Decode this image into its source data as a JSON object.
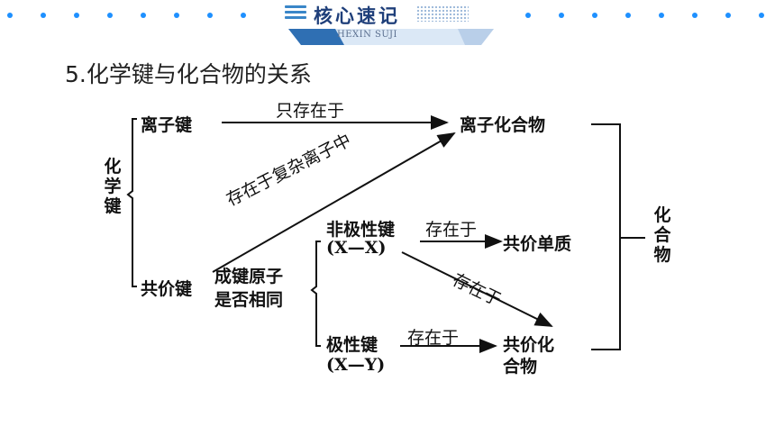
{
  "banner": {
    "title": "核心速记",
    "subtitle": "HEXIN SUJI",
    "accent_color": "#1e90ff",
    "title_color": "#1f3f7a"
  },
  "heading": "5.化学键与化合物的关系",
  "diagram": {
    "left_brace_label": "化学键",
    "ionic_bond": "离子键",
    "covalent_bond": "共价键",
    "ionic_compound": "离子化合物",
    "only_exists_in": "只存在于",
    "exists_in_complex_ions": "存在于复杂离子中",
    "same_atoms_question_line1": "成键原子",
    "same_atoms_question_line2": "是否相同",
    "nonpolar_bond": "非极性键",
    "nonpolar_formula": "(X—X)",
    "polar_bond": "极性键",
    "polar_formula": "(X—Y)",
    "exists_in_1": "存在于",
    "exists_in_2": "存在于",
    "exists_in_3": "存在于",
    "covalent_element": "共价单质",
    "covalent_compound_line1": "共价化",
    "covalent_compound_line2": "合物",
    "compound_vertical": "化合物"
  }
}
